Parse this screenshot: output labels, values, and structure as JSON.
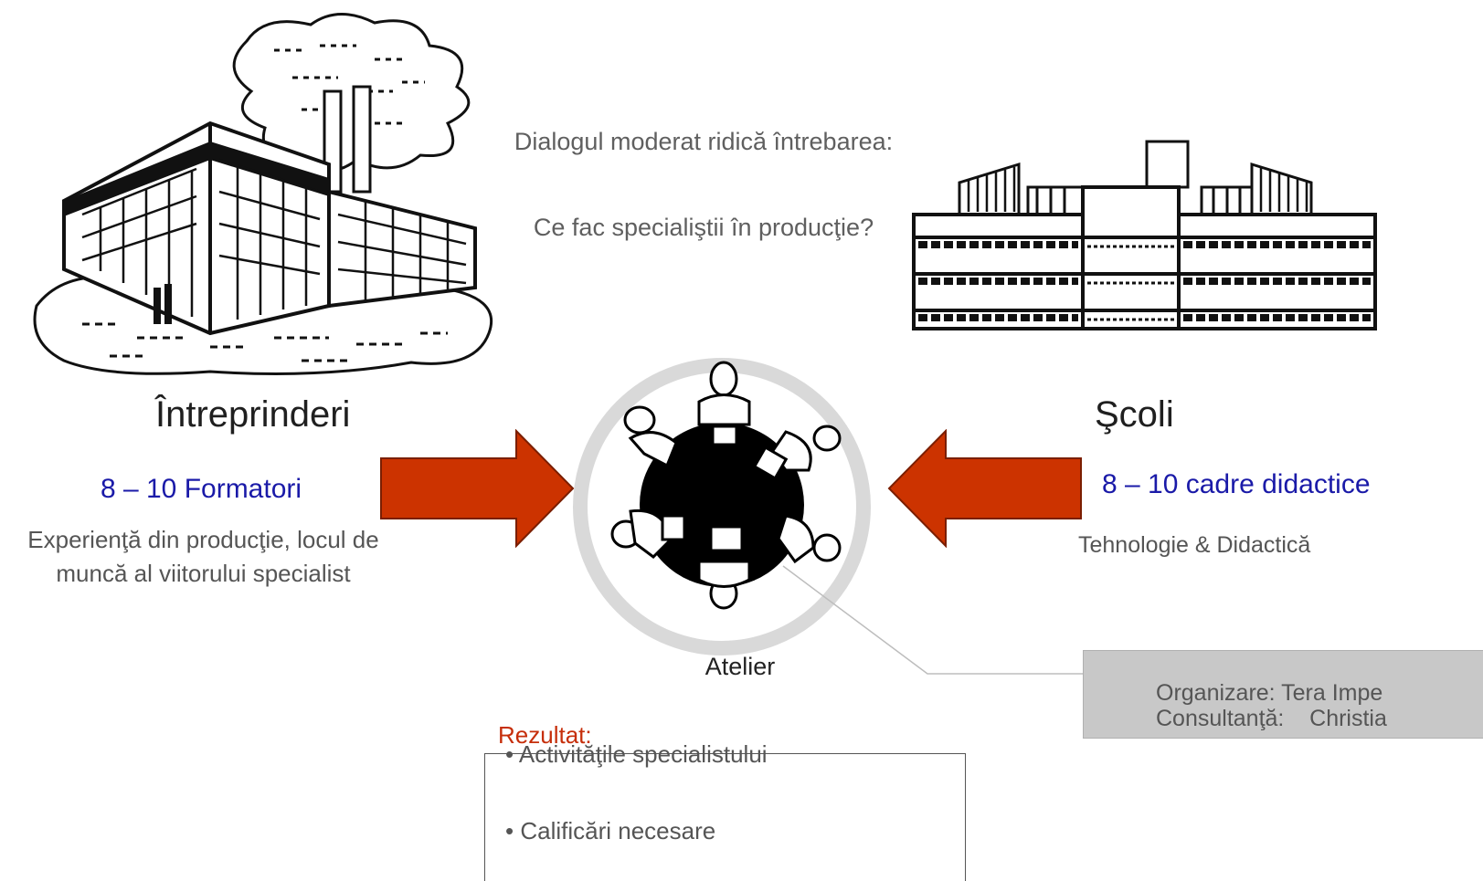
{
  "question": {
    "line1": "Dialogul moderat ridică întrebarea:",
    "line2": "Ce fac specialiştii în producţie?"
  },
  "left": {
    "heading": "Întreprinderi",
    "count": "8 – 10 Formatori",
    "description": "Experienţă din producţie, locul de muncă al viitorului specialist"
  },
  "right": {
    "heading": "Şcoli",
    "count": "8 – 10 cadre didactice",
    "description": "Tehnologie & Didactică"
  },
  "center": {
    "label": "Atelier"
  },
  "result": {
    "label": "Rezultat:",
    "items": [
      "• Activităţile specialistului",
      "• Calificări necesare"
    ]
  },
  "organization": {
    "line1": "Organizare: Tera Impe",
    "line2": "Consultanţă:    Christia"
  },
  "colors": {
    "arrow": "#cc3300",
    "heading_blue": "#1a1aa8",
    "result_red": "#c62e0a",
    "gray_text": "#555555",
    "org_box": "#c8c8c8"
  }
}
